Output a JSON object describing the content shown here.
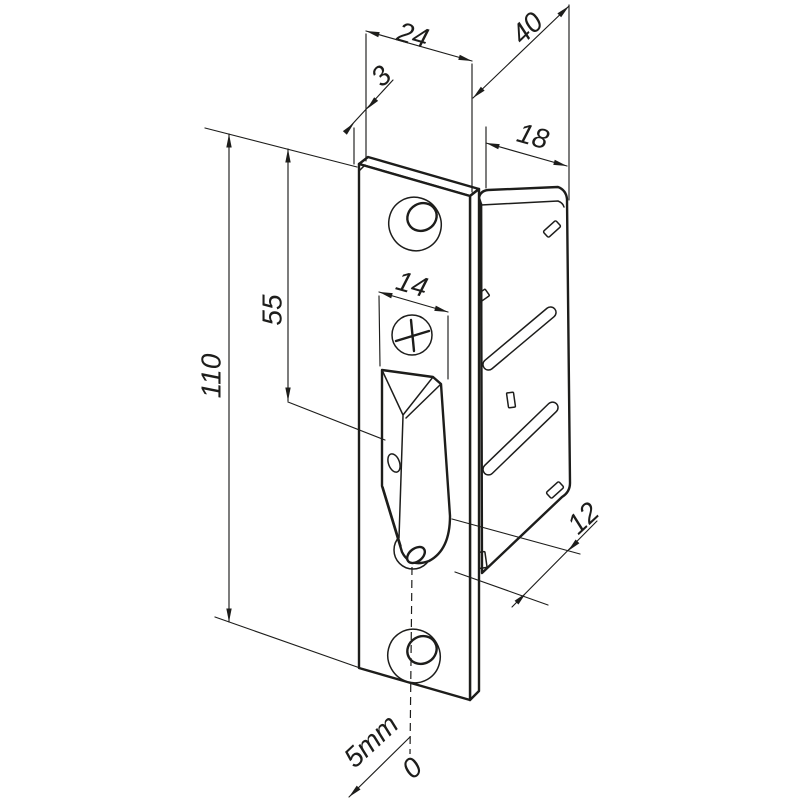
{
  "drawing": {
    "background": "#ffffff",
    "line_color": "#1d1d1b",
    "dimensions": {
      "plate_width": {
        "label": "24"
      },
      "total_depth": {
        "label": "40"
      },
      "plate_thickness": {
        "label": "3"
      },
      "body_depth": {
        "label": "18"
      },
      "keeper_width": {
        "label": "14"
      },
      "keeper_offset": {
        "label": "55"
      },
      "plate_height": {
        "label": "110"
      },
      "bottom_depth": {
        "label": "12"
      },
      "adjustment_max": {
        "label": "5mm"
      },
      "adjustment_min": {
        "label": "0"
      }
    }
  }
}
